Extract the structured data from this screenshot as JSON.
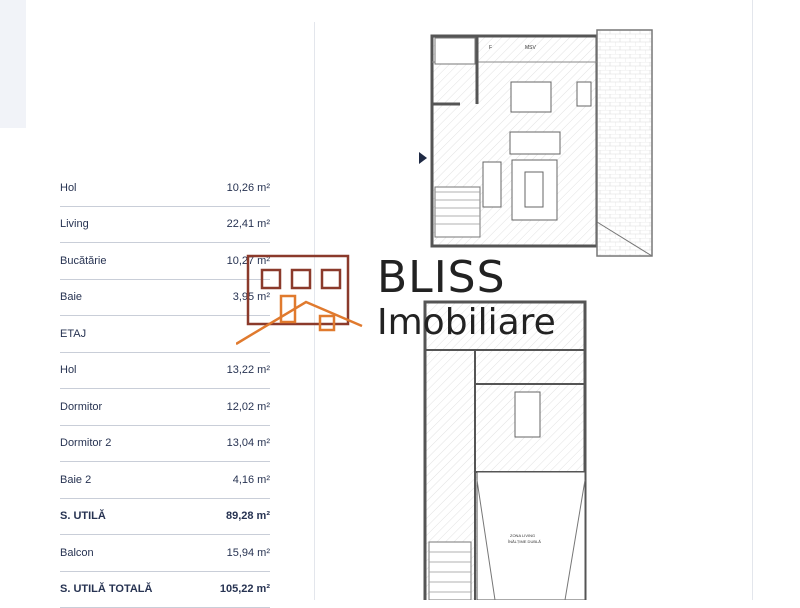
{
  "rooms": [
    {
      "name": "Hol",
      "area": "10,26 m²",
      "bold": false
    },
    {
      "name": "Living",
      "area": "22,41 m²",
      "bold": false
    },
    {
      "name": "Bucătărie",
      "area": "10,27 m²",
      "bold": false
    },
    {
      "name": "Baie",
      "area": "3,95 m²",
      "bold": false
    },
    {
      "name": "ETAJ",
      "area": "",
      "bold": false
    },
    {
      "name": "Hol",
      "area": "13,22 m²",
      "bold": false
    },
    {
      "name": "Dormitor",
      "area": "12,02 m²",
      "bold": false
    },
    {
      "name": "Dormitor 2",
      "area": "13,04 m²",
      "bold": false
    },
    {
      "name": "Baie 2",
      "area": "4,16 m²",
      "bold": false
    },
    {
      "name": "S. UTILĂ",
      "area": "89,28 m²",
      "bold": true
    },
    {
      "name": "Balcon",
      "area": "15,94 m²",
      "bold": false
    },
    {
      "name": "S. UTILĂ TOTALĂ",
      "area": "105,22 m²",
      "bold": true
    }
  ],
  "watermark": {
    "line1": "BLISS",
    "line2": "Imobiliare",
    "house_color": "#8b3a2b",
    "roof_color": "#e07a2e"
  },
  "plan_labels": {
    "msv": "MSV",
    "f": "F",
    "zona": "ZONA LIVING",
    "zona2": "ÎNĂLȚIME DUBLĂ"
  }
}
